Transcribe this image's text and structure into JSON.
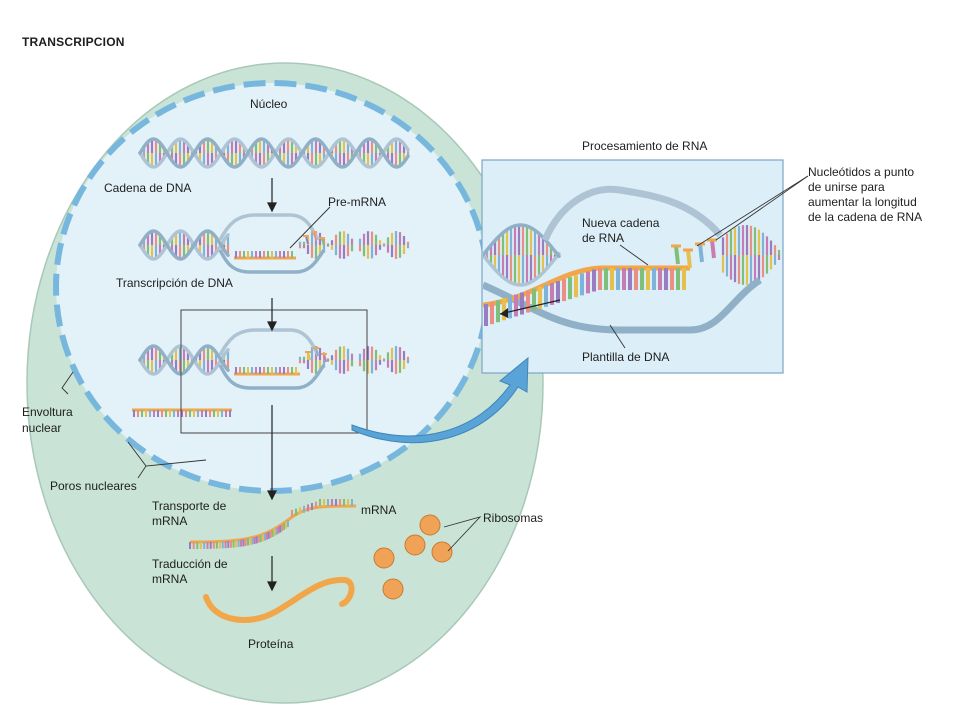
{
  "figure": {
    "title": "TRANSCRIPCION",
    "nucleus_label": "Núcleo",
    "dna_strand_label": "Cadena de DNA",
    "pre_mrna_label": "Pre-mRNA",
    "dna_transcription_label": "Transcripción de DNA",
    "nuclear_envelope_label": [
      "Envoltura",
      "nuclear"
    ],
    "nuclear_pores_label": "Poros nucleares",
    "mrna_transport_label": [
      "Transporte de",
      "mRNA"
    ],
    "mrna_label": "mRNA",
    "mrna_translation_label": [
      "Traducción de",
      "mRNA"
    ],
    "protein_label": "Proteína",
    "ribosomes_label": "Ribosomas"
  },
  "inset": {
    "title": "Procesamiento de RNA",
    "new_rna_label": [
      "Nueva cadena",
      "de RNA"
    ],
    "dna_template_label": "Plantilla de DNA",
    "nucleotides_label": [
      "Nucleótidos a punto",
      "de unirse para",
      "aumentar la longitud",
      "de la cadena de RNA"
    ]
  },
  "colors": {
    "cell": "#c9e3d6",
    "nucleus": "#e3f1f9",
    "envelope": "#78b7dd",
    "inset_bg": "#dceef7",
    "backbone": "#aec4d4",
    "rna": "#f2a64a",
    "ribosome": "#f0a257",
    "arrow_blue": "#5aa3d6",
    "base_colors": [
      "#9a7cc0",
      "#e98f83",
      "#7fbf79",
      "#e6c04f",
      "#7fb3d9",
      "#c77db1"
    ]
  }
}
